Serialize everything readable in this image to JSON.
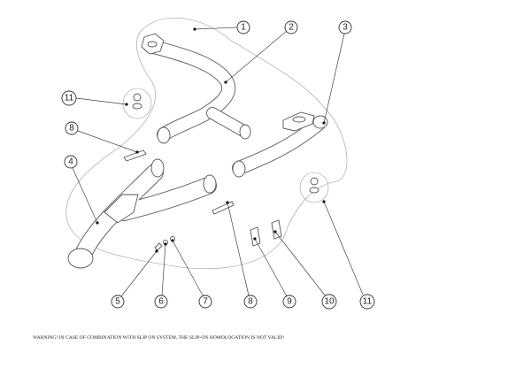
{
  "diagram": {
    "callouts": [
      {
        "id": "callout-1",
        "label": "1"
      },
      {
        "id": "callout-2",
        "label": "2"
      },
      {
        "id": "callout-3",
        "label": "3"
      },
      {
        "id": "callout-11-left",
        "label": "11"
      },
      {
        "id": "callout-8-left",
        "label": "8"
      },
      {
        "id": "callout-4",
        "label": "4"
      },
      {
        "id": "callout-11-right",
        "label": "11"
      },
      {
        "id": "callout-5",
        "label": "5"
      },
      {
        "id": "callout-6",
        "label": "6"
      },
      {
        "id": "callout-7",
        "label": "7"
      },
      {
        "id": "callout-8-bottom",
        "label": "8"
      },
      {
        "id": "callout-9",
        "label": "9"
      },
      {
        "id": "callout-10",
        "label": "10"
      },
      {
        "id": "callout-11-bottom",
        "label": "11"
      }
    ]
  },
  "warning": "WARNING! IN CASE OF COMBINATION WITH SLIP ON SYSTEM, THE SLIP-ON HOMOLOGATION IS NOT VALID!"
}
